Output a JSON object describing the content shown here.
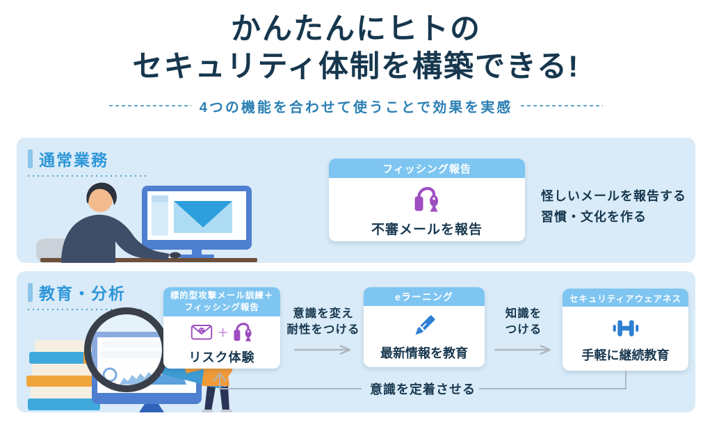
{
  "header": {
    "title_line1": "かんたんにヒトの",
    "title_line2": "セキュリティ体制を構築できる!",
    "subtitle": "4つの機能を合わせて使うことで効果を実感"
  },
  "normal_work": {
    "label": "通常業務",
    "card": {
      "header": "フィッシング報告",
      "icon": "phishing-rod-and-fish-icon",
      "label": "不審メールを報告"
    },
    "note_line1": "怪しいメールを報告する",
    "note_line2": "習慣・文化を作る",
    "illustration": "man-at-desk-viewing-email"
  },
  "education": {
    "label": "教育・分析",
    "card_training": {
      "header_line1": "標的型攻撃メール訓練＋",
      "header_line2": "フィッシング報告",
      "icon_left": "malicious-mail-icon",
      "plus": "＋",
      "icon_right": "phishing-rod-and-fish-icon",
      "label": "リスク体験"
    },
    "arrow1_line1": "意識を変え",
    "arrow1_line2": "耐性をつける",
    "card_elearning": {
      "header": "eラーニング",
      "icon": "pencil-icon",
      "label": "最新情報を教育"
    },
    "arrow2_line1": "知識を",
    "arrow2_line2": "つける",
    "card_awareness": {
      "header": "セキュリティアウェアネス",
      "icon": "dumbbell-icon",
      "label": "手軽に継続教育"
    },
    "feedback_label": "意識を定着させる",
    "illustration": "woman-analyzing-screen-with-magnifier"
  },
  "colors": {
    "title_navy": "#16374E",
    "subtitle_blue": "#2B7FB3",
    "panel_bg": "#D9EBF8",
    "panel_label_blue": "#2D96D8",
    "card_header_blue": "#7EC5F1",
    "text_navy": "#18384F",
    "icon_purple": "#9D4EC0",
    "icon_blue": "#2F7FD2",
    "arrow_gray": "#AFB6BE"
  }
}
